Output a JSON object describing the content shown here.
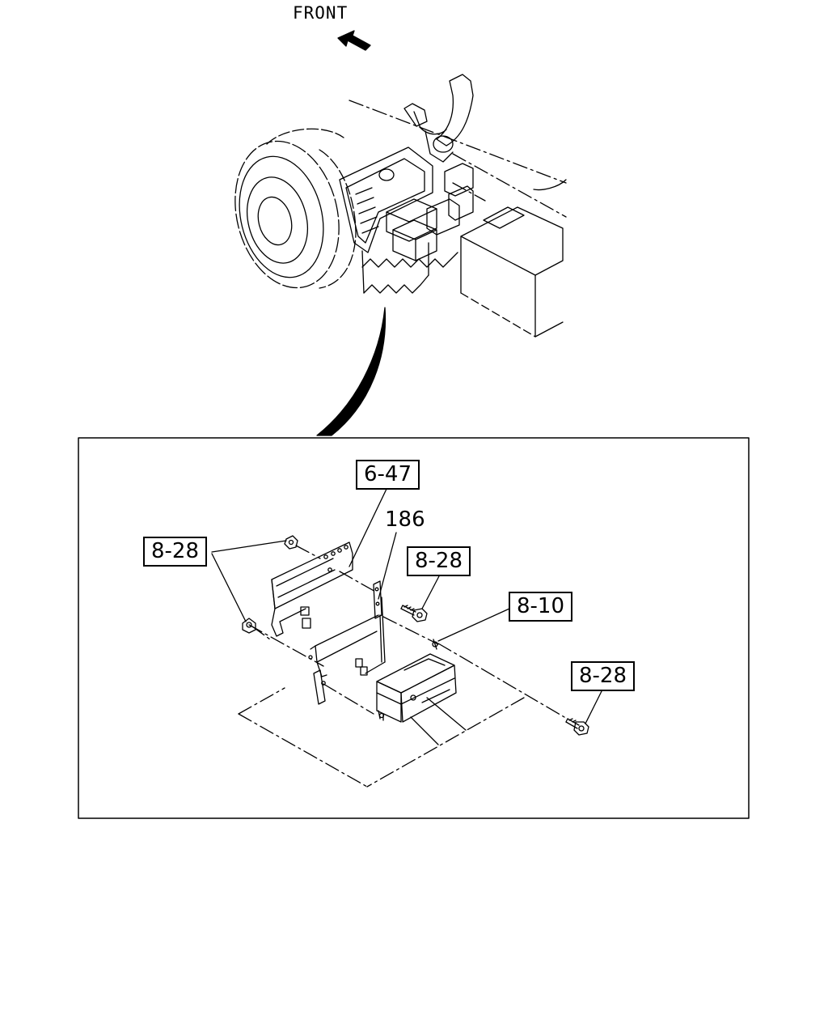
{
  "orientation": {
    "label": "FRONT",
    "arrow_icon": "front-arrow-icon"
  },
  "callouts": {
    "part_6_47": "6-47",
    "part_186": "186",
    "part_8_28_nut": "8-28",
    "part_8_28_bolt_upper": "8-28",
    "part_8_10": "8-10",
    "part_8_28_bolt_lower": "8-28"
  }
}
